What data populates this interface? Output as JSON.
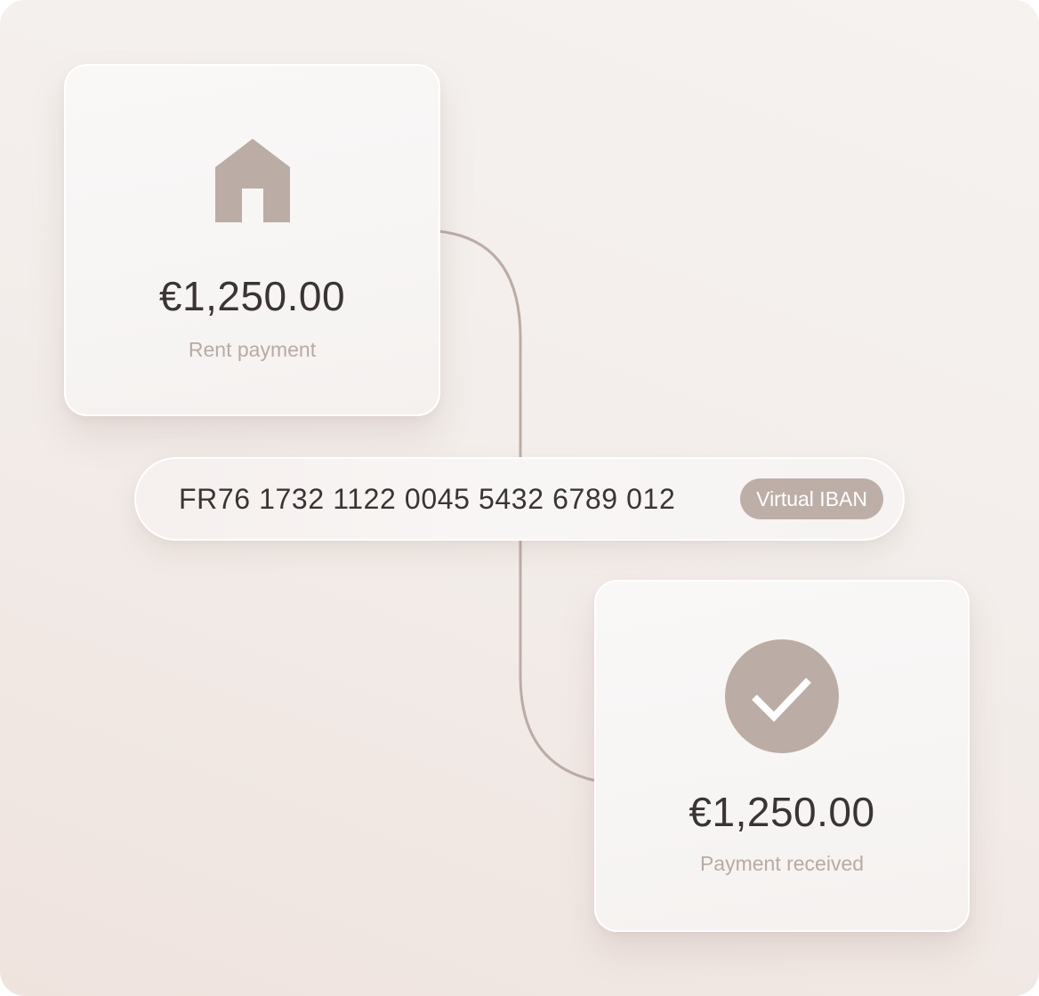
{
  "source_card": {
    "icon": "house-icon",
    "amount": "€1,250.00",
    "label": "Rent payment"
  },
  "iban_bar": {
    "iban": "FR76 1732 1122 0045 5432 6789 012",
    "badge": "Virtual IBAN"
  },
  "destination_card": {
    "icon": "check-circle-icon",
    "amount": "€1,250.00",
    "label": "Payment received"
  },
  "colors": {
    "accent": "#bdaea8",
    "text_primary": "#3a3432",
    "text_secondary": "#b9aaa3",
    "background": "#f3eeeb"
  }
}
